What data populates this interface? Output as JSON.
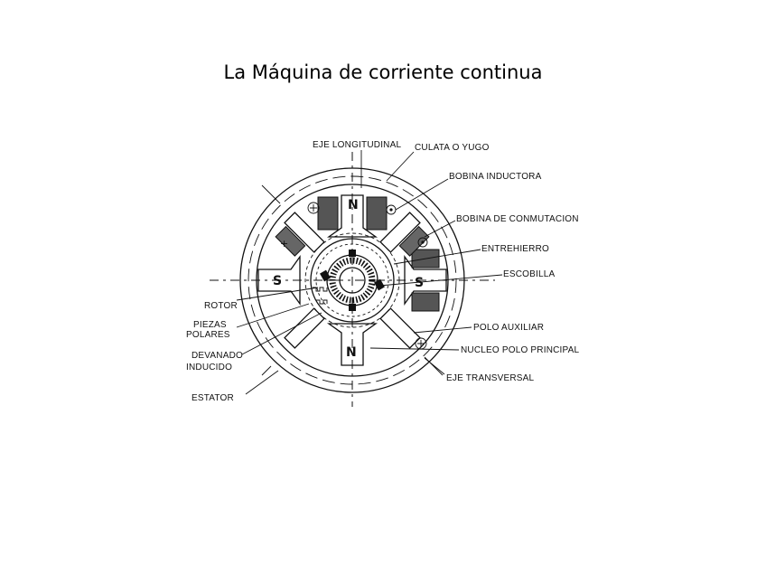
{
  "title": "La Máquina de corriente continua",
  "labels": {
    "eje_longitudinal": "EJE LONGITUDINAL",
    "culata": "CULATA O YUGO",
    "bobina_inductora": "BOBINA INDUCTORA",
    "bobina_conmutacion": "BOBINA DE CONMUTACION",
    "entrehierro": "ENTREHIERRO",
    "escobilla": "ESCOBILLA",
    "rotor": "ROTOR",
    "piezas_1": "PIEZAS",
    "piezas_2": "POLARES",
    "devanado_1": "DEVANADO",
    "devanado_2": "INDUCIDO",
    "estator": "ESTATOR",
    "polo_auxiliar": "POLO AUXILIAR",
    "nucleo": "NUCLEO POLO PRINCIPAL",
    "eje_transversal": "EJE TRANSVERSAL"
  },
  "poles": {
    "north": "N",
    "south": "S"
  },
  "symbols": {
    "plus": "+"
  }
}
